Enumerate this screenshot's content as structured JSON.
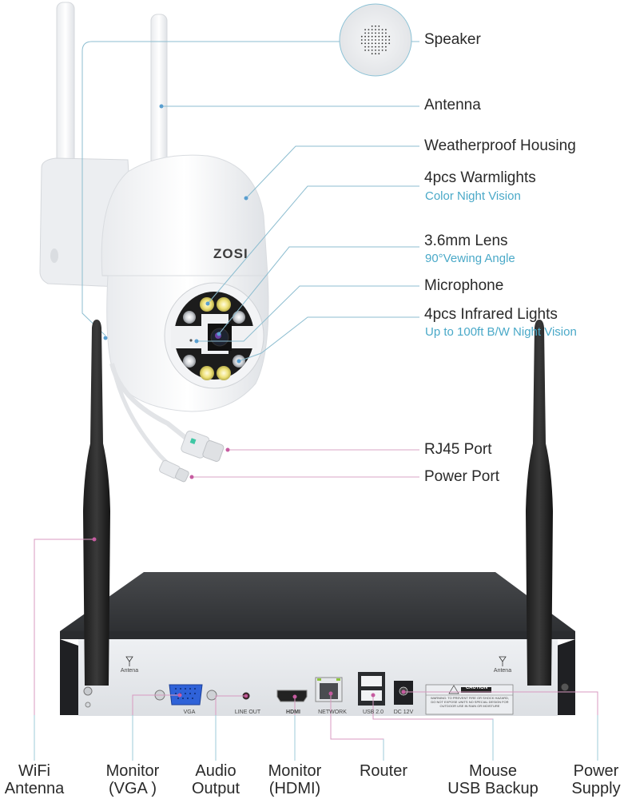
{
  "brand": "ZOSI",
  "colors": {
    "camera_line": "#7fb7cc",
    "nvr_line": "#d27aa8",
    "sub_text": "#4aa9c8",
    "label_text": "#2a2a2a",
    "vga_blue": "#2f62d8",
    "nvr_body": "#3b3d40",
    "nvr_panel": "#e4e6ea"
  },
  "camera_labels": [
    {
      "title": "Speaker"
    },
    {
      "title": "Antenna"
    },
    {
      "title": "Weatherproof Housing"
    },
    {
      "title": "4pcs Warmlights",
      "subtitle": "Color Night Vision"
    },
    {
      "title": "3.6mm Lens",
      "subtitle": "90°Vewing Angle"
    },
    {
      "title": "Microphone"
    },
    {
      "title": "4pcs Infrared Lights",
      "subtitle": "Up to 100ft B/W Night Vision"
    },
    {
      "title": "RJ45 Port"
    },
    {
      "title": "Power Port"
    }
  ],
  "nvr_panel_text": {
    "antenna_left": "Antena",
    "antenna_right": "Antena",
    "vga": "VGA",
    "line_out": "LINE OUT",
    "hdmi": "HDMI",
    "network": "NETWORK",
    "usb": "USB 2.0",
    "dc": "DC 12V",
    "caution": "CAUTION",
    "warning": "WARNING: TO PREVENT FIRE OR SHOCK HAZARD, DO NOT EXPOSE UNITS NO SPECIAL DESIGN FOR OUTDOOR USE IN RAIN OR MOISTURE"
  },
  "nvr_labels": [
    {
      "line1": "WiFi",
      "line2": "Antenna"
    },
    {
      "line1": "Monitor",
      "line2": "(VGA )"
    },
    {
      "line1": "Audio",
      "line2": "Output"
    },
    {
      "line1": "Monitor",
      "line2": "(HDMI)"
    },
    {
      "line1": "Router",
      "line2": ""
    },
    {
      "line1": "Mouse",
      "line2": "USB Backup"
    },
    {
      "line1": "Power",
      "line2": "Supply"
    }
  ]
}
